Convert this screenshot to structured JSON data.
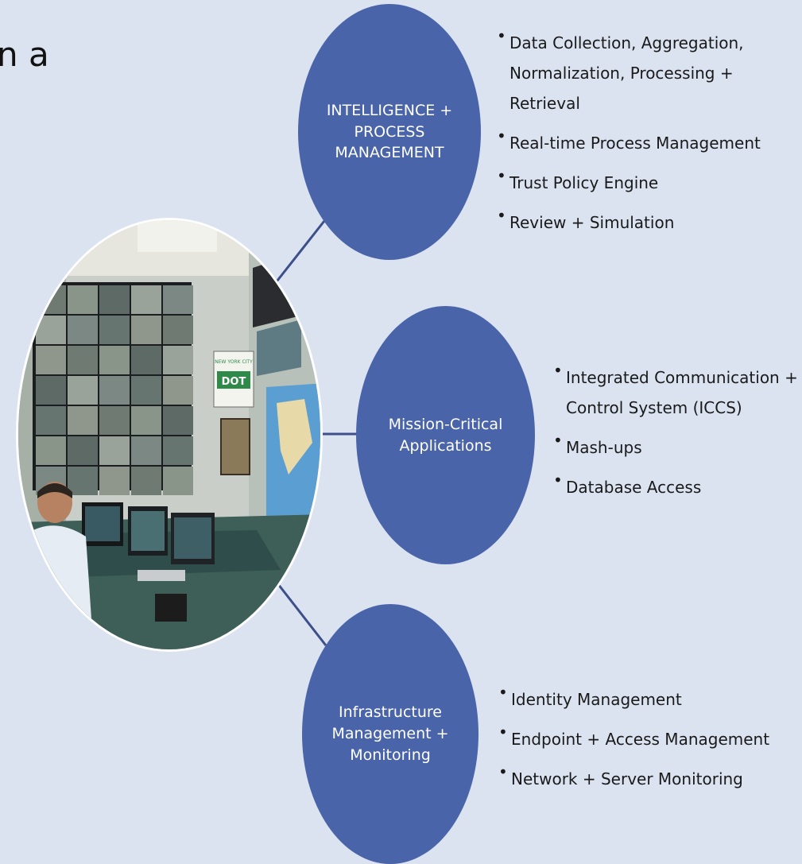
{
  "fragment_text": "n a",
  "colors": {
    "background": "#dbe3f1",
    "hub_fill": "#4a64aa",
    "hub_text": "#ffffff",
    "connector": "#3c4f8a"
  },
  "hubs": [
    {
      "lines": [
        "INTELLIGENCE +",
        "PROCESS",
        "MANAGEMENT"
      ],
      "bullets": [
        [
          "Data Collection, Aggregation,",
          "Normalization, Processing +",
          "Retrieval"
        ],
        [
          "Real-time Process Management"
        ],
        [
          "Trust Policy Engine"
        ],
        [
          "Review + Simulation"
        ]
      ]
    },
    {
      "lines": [
        "Mission-Critical",
        "Applications"
      ],
      "bullets": [
        [
          "Integrated Communication +",
          "Control System (ICCS)"
        ],
        [
          "Mash-ups"
        ],
        [
          "Database Access"
        ]
      ]
    },
    {
      "lines": [
        "Infrastructure",
        "Management +",
        "Monitoring"
      ],
      "bullets": [
        [
          "Identity Management"
        ],
        [
          "Endpoint + Access Management"
        ],
        [
          "Network + Server Monitoring"
        ]
      ]
    }
  ],
  "photo": {
    "sign_lines": [
      "NEW YORK CITY",
      "DOT"
    ]
  }
}
